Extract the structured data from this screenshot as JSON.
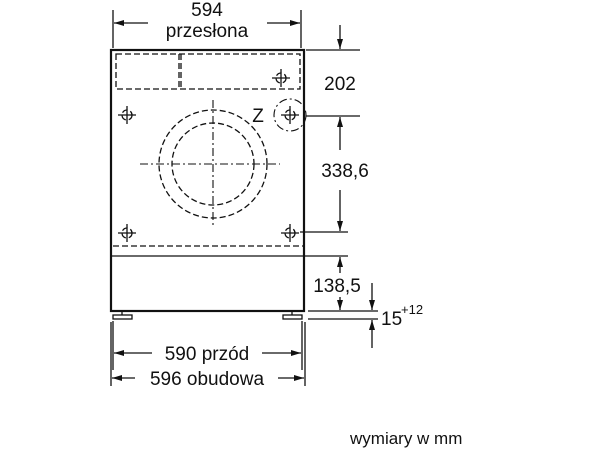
{
  "dimensions": {
    "top_width": "594",
    "top_width_label": "przesłona",
    "top_height": "202",
    "z_marker": "Z",
    "mid_height": "338,6",
    "bottom_height": "138,5",
    "feet_height": "15",
    "feet_tolerance": "+12",
    "front_width": "590 przód",
    "body_width": "596 obudowa"
  },
  "units_note": "wymiary w mm"
}
